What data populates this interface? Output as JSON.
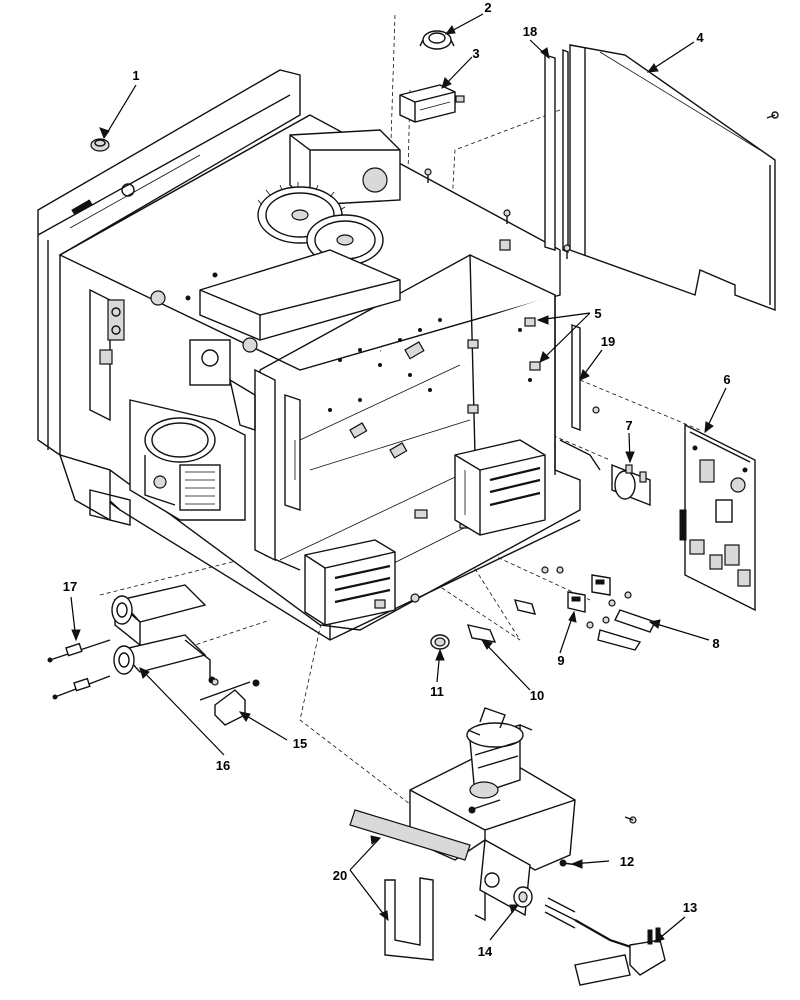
{
  "callouts": [
    {
      "id": "1",
      "label": "1"
    },
    {
      "id": "2",
      "label": "2"
    },
    {
      "id": "3",
      "label": "3"
    },
    {
      "id": "4",
      "label": "4"
    },
    {
      "id": "5",
      "label": "5"
    },
    {
      "id": "6",
      "label": "6"
    },
    {
      "id": "7",
      "label": "7"
    },
    {
      "id": "8",
      "label": "8"
    },
    {
      "id": "9",
      "label": "9"
    },
    {
      "id": "10",
      "label": "10"
    },
    {
      "id": "11",
      "label": "11"
    },
    {
      "id": "12",
      "label": "12"
    },
    {
      "id": "13",
      "label": "13"
    },
    {
      "id": "14",
      "label": "14"
    },
    {
      "id": "15",
      "label": "15"
    },
    {
      "id": "16",
      "label": "16"
    },
    {
      "id": "17",
      "label": "17"
    },
    {
      "id": "18",
      "label": "18"
    },
    {
      "id": "19",
      "label": "19"
    },
    {
      "id": "20",
      "label": "20"
    }
  ],
  "colors": {
    "line": "#111111",
    "background": "#ffffff",
    "shade": "#d9d9d9"
  }
}
